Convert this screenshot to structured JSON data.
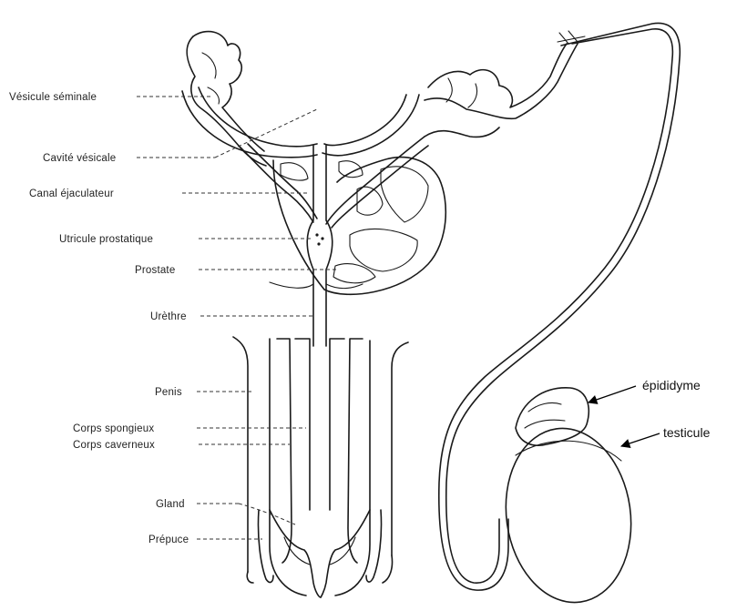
{
  "labels": {
    "vesicule_seminale": "Vésicule séminale",
    "cavite_vesicale": "Cavité vésicale",
    "canal_ejaculateur": "Canal éjaculateur",
    "utricule_prostatique": "Utricule prostatique",
    "prostate": "Prostate",
    "urethre": "Urèthre",
    "penis": "Penis",
    "corps_spongieux": "Corps spongieux",
    "corps_caverneux": "Corps caverneux",
    "gland": "Gland",
    "prepuce": "Prépuce",
    "epididyme": "épididyme",
    "testicule": "testicule"
  }
}
